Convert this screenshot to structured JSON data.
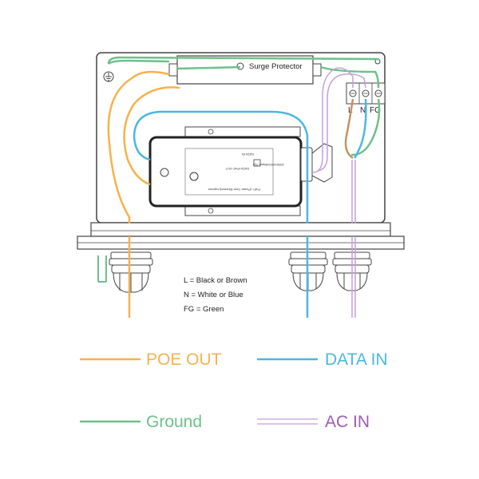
{
  "colors": {
    "poe_out": "#F6B24B",
    "data_in": "#4DB7E0",
    "ground": "#6CC18B",
    "ac_in": "#C4A1D6",
    "ac_in_text": "#9E5BB5",
    "brown_wire": "#C69163",
    "enclosure_stroke": "#444444"
  },
  "labels": {
    "surge_protector": "Surge Protector",
    "terminal_l": "L",
    "terminal_n": "N",
    "terminal_fg": "FG",
    "note_l": "L = Black or Brown",
    "note_n": "N = White or Blue",
    "note_fg": "FG = Green",
    "injector_line1": "PoE+ (Power Over Ethernet) Injector",
    "injector_line2": "DATA+PoE OUT",
    "injector_line3": "DATA IN",
    "injector_line4": "1000/100/10Base-T(I)"
  },
  "legend": {
    "poe_out": "POE OUT",
    "data_in": "DATA IN",
    "ground": "Ground",
    "ac_in": "AC IN"
  },
  "icons": {
    "ground_symbol": "ground-symbol-icon"
  }
}
